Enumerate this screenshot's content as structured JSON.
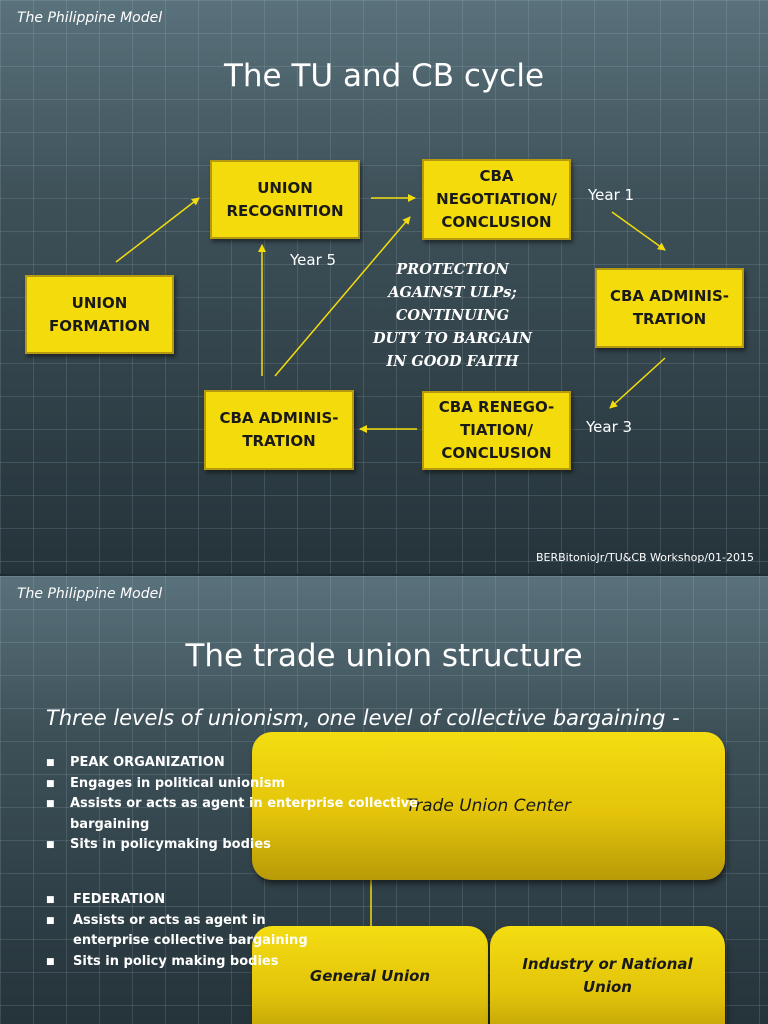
{
  "slide1": {
    "model_label": "The Philippine Model",
    "title": "The TU and CB cycle",
    "boxes": {
      "union_formation": "UNION\nFORMATION",
      "union_recognition": "UNION\nRECOGNITION",
      "cba_negotiation": "CBA\nNEGOTIATION/\nCONCLUSION",
      "cba_admin_right": "CBA ADMINIS-\nTRATION",
      "cba_renegotiation": "CBA RENEGO-\nTIATION/\nCONCLUSION",
      "cba_admin_left": "CBA ADMINIS-\nTRATION"
    },
    "year1": "Year 1",
    "year3": "Year 3",
    "year5": "Year 5",
    "protection_text": "PROTECTION\nAGAINST ULPs;\nCONTINUING\nDUTY TO BARGAIN\nIN GOOD FAITH",
    "footer": "BERBitonioJr/TU&CB Workshop/01-2015"
  },
  "slide2": {
    "model_label": "The Philippine Model",
    "title": "The trade union structure",
    "subtitle": "Three levels of unionism, one  level of collective bargaining -",
    "peak_bullets": [
      "PEAK ORGANIZATION",
      "Engages in political unionism",
      "Assists or acts as agent in enterprise collective",
      "bargaining",
      "Sits in policymaking bodies"
    ],
    "federation_bullets": [
      "FEDERATION",
      "Assists or acts as agent in",
      "enterprise collective bargaining",
      "Sits in policy making bodies"
    ],
    "trade_union_center": "Trade Union Center",
    "general_union": "General Union",
    "industry_union": "Industry or National\nUnion"
  }
}
